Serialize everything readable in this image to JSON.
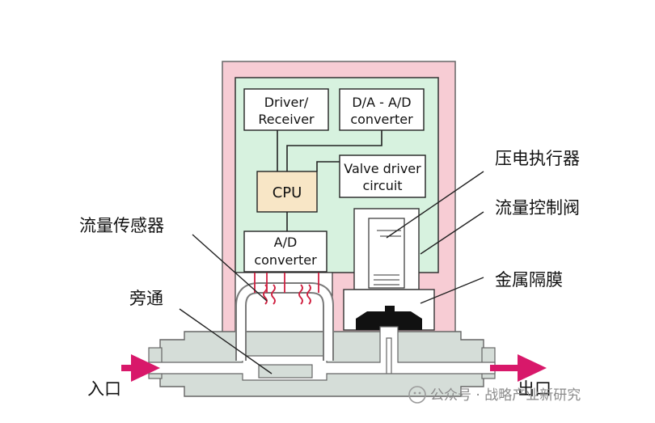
{
  "blocks": {
    "driver_receiver": [
      "Driver/",
      "Receiver"
    ],
    "da_ad_converter": [
      "D/A - A/D",
      "converter"
    ],
    "cpu": "CPU",
    "valve_driver": [
      "Valve driver",
      "circuit"
    ],
    "ad_converter": [
      "A/D",
      "converter"
    ]
  },
  "labels": {
    "piezo_actuator": "压电执行器",
    "flow_control_valve": "流量控制阀",
    "metal_diaphragm": "金属隔膜",
    "flow_sensor": "流量传感器",
    "bypass": "旁通",
    "inlet": "入口",
    "outlet": "出口"
  },
  "watermark": "公众号 · 战略产业新研究",
  "colors": {
    "housing_pink": "#f7ccd4",
    "board_green": "#d7f2df",
    "cpu_fill": "#f8e6c6",
    "body_gray": "#d5ddd8",
    "arrow_magenta": "#d8186a",
    "coil_red": "#d02040"
  }
}
